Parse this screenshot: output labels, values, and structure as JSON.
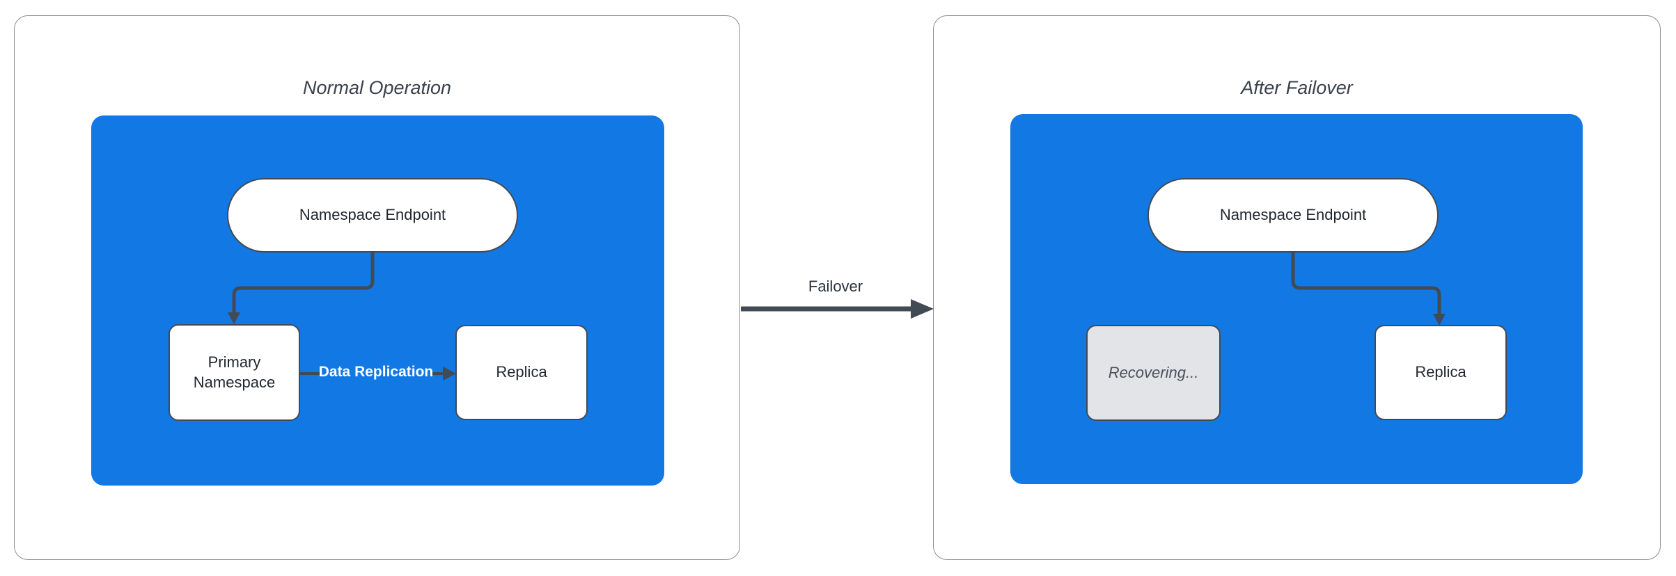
{
  "colors": {
    "group_fill": "#1278E4",
    "line": "#424A54",
    "node_fill": "#FFFFFF",
    "node_text": "#22272F",
    "recovering_fill": "#E2E4E8",
    "recovering_text": "#4B515B",
    "panel_border": "#8C8C8C",
    "title_text": "#3A414B",
    "replication_label_color": "#FFFFFF"
  },
  "left_panel": {
    "title": "Normal Operation",
    "endpoint_label": "Namespace Endpoint",
    "primary_label": "Primary Namespace",
    "replica_label": "Replica",
    "replication_label": "Data Replication"
  },
  "failover": {
    "label": "Failover"
  },
  "right_panel": {
    "title": "After Failover",
    "endpoint_label": "Namespace Endpoint",
    "recovering_label": "Recovering...",
    "replica_label": "Replica"
  }
}
